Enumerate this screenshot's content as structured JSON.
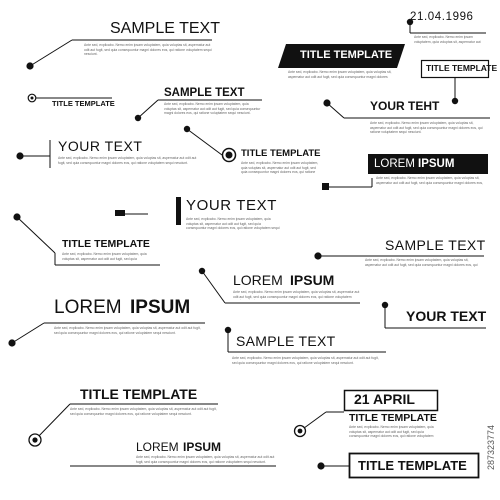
{
  "labels": {
    "sample_text": "SAMPLE TEXT",
    "title_template": "TITLE TEMPLATE",
    "your_text_upper": "YOUR TEXT",
    "your_text_mixed": "YOUR TEHT",
    "lorem": "LOREM",
    "ipsum": "IPSUM",
    "date": "21.04.1996",
    "date_short": "21 APRIL"
  },
  "body_copy": "Ante sed, explicabo. Nemo enim ipsam voluptatem, quia voluptas sit, aspernatur aut odit aut fugit, sed quia consequuntur magni dolores eos, qui ratione voluptatem sequi nesciunt.",
  "stock_id": "287323774",
  "colors": {
    "ink": "#111111",
    "background": "#ffffff",
    "inverse_text": "#ffffff"
  }
}
